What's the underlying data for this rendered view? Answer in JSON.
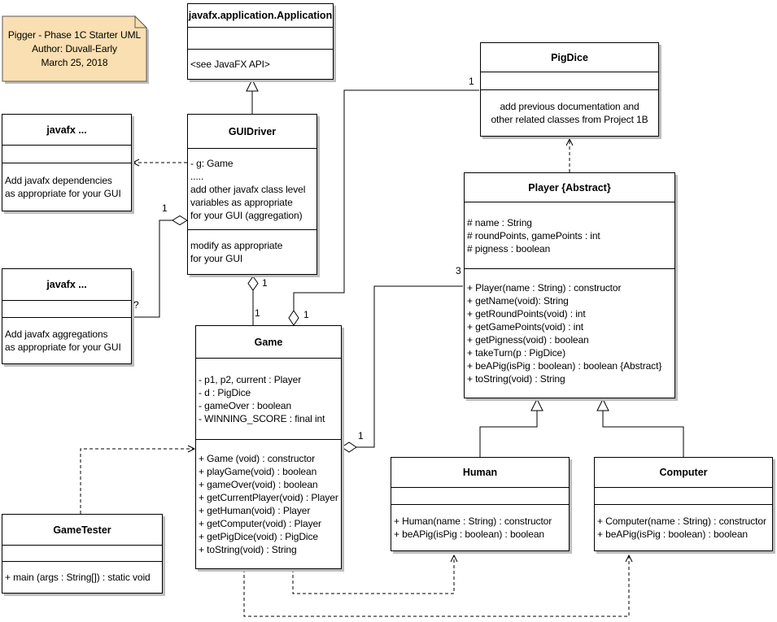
{
  "note": {
    "line1": "Pigger - Phase 1C Starter UML",
    "line2": "Author: Duvall-Early",
    "line3": "March 25, 2018"
  },
  "classes": {
    "application": {
      "title": "javafx.application.Application",
      "methods": [
        "<see JavaFX API>"
      ]
    },
    "javafx_dependencies": {
      "title": "javafx ...",
      "methods": [
        "Add javafx dependencies",
        "as appropriate for your GUI"
      ]
    },
    "javafx_aggregations": {
      "title": "javafx ...",
      "methods": [
        "Add javafx aggregations",
        "as appropriate for your GUI"
      ]
    },
    "guidriver": {
      "title": "GUIDriver",
      "attributes": [
        "- g: Game",
        ".....",
        "add other javafx class level",
        "variables as appropriate",
        "for your GUI (aggregation)"
      ],
      "methods": [
        "modify as appropriate",
        "for your GUI"
      ]
    },
    "pigdice": {
      "title": "PigDice",
      "methods": [
        "add previous documentation and",
        "other related classes from Project 1B"
      ]
    },
    "player": {
      "title": "Player {Abstract}",
      "attributes": [
        "# name : String",
        "# roundPoints, gamePoints : int",
        "# pigness : boolean"
      ],
      "methods": [
        "+ Player(name : String) : constructor",
        "+ getName(void): String",
        "+ getRoundPoints(void) : int",
        "+ getGamePoints(void) : int",
        "+ getPigness(void) : boolean",
        "+ takeTurn(p : PigDice)",
        "+ beAPig(isPig : boolean) : boolean {Abstract}",
        "+ toString(void) : String"
      ]
    },
    "game": {
      "title": "Game",
      "attributes": [
        "- p1, p2, current : Player",
        "- d : PigDice",
        "- gameOver : boolean",
        "- WINNING_SCORE : final int"
      ],
      "methods": [
        "+ Game (void) : constructor",
        "+ playGame(void) : boolean",
        "+ gameOver(void) : boolean",
        "+ getCurrentPlayer(void) : Player",
        "+ getHuman(void) : Player",
        "+ getComputer(void) : Player",
        "+ getPigDice(void) : PigDice",
        "+ toString(void) : String"
      ]
    },
    "human": {
      "title": "Human",
      "methods": [
        "+ Human(name : String) : constructor",
        "+ beAPig(isPig : boolean) : boolean"
      ]
    },
    "computer": {
      "title": "Computer",
      "methods": [
        "+ Computer(name : String) : constructor",
        "+ beAPig(isPig : boolean) : boolean"
      ]
    },
    "gametester": {
      "title": "GameTester",
      "methods": [
        "+ main (args : String[]) : static void"
      ]
    }
  },
  "multiplicities": {
    "guidriver_game_near_guidriver": "1",
    "guidriver_game_near_game": "1",
    "game_pigdice_near_game": "1",
    "game_pigdice_near_pigdice": "1",
    "guidriver_javafx_near_guidriver": "1",
    "guidriver_javafx_near_javafx": "?",
    "game_player_near_game": "1",
    "game_player_near_player": "3"
  },
  "colors": {
    "note_fill": "#F9DFB1",
    "note_stroke": "#5a5a5a",
    "note_shadow": "#bdbdbd",
    "line": "#000000"
  }
}
